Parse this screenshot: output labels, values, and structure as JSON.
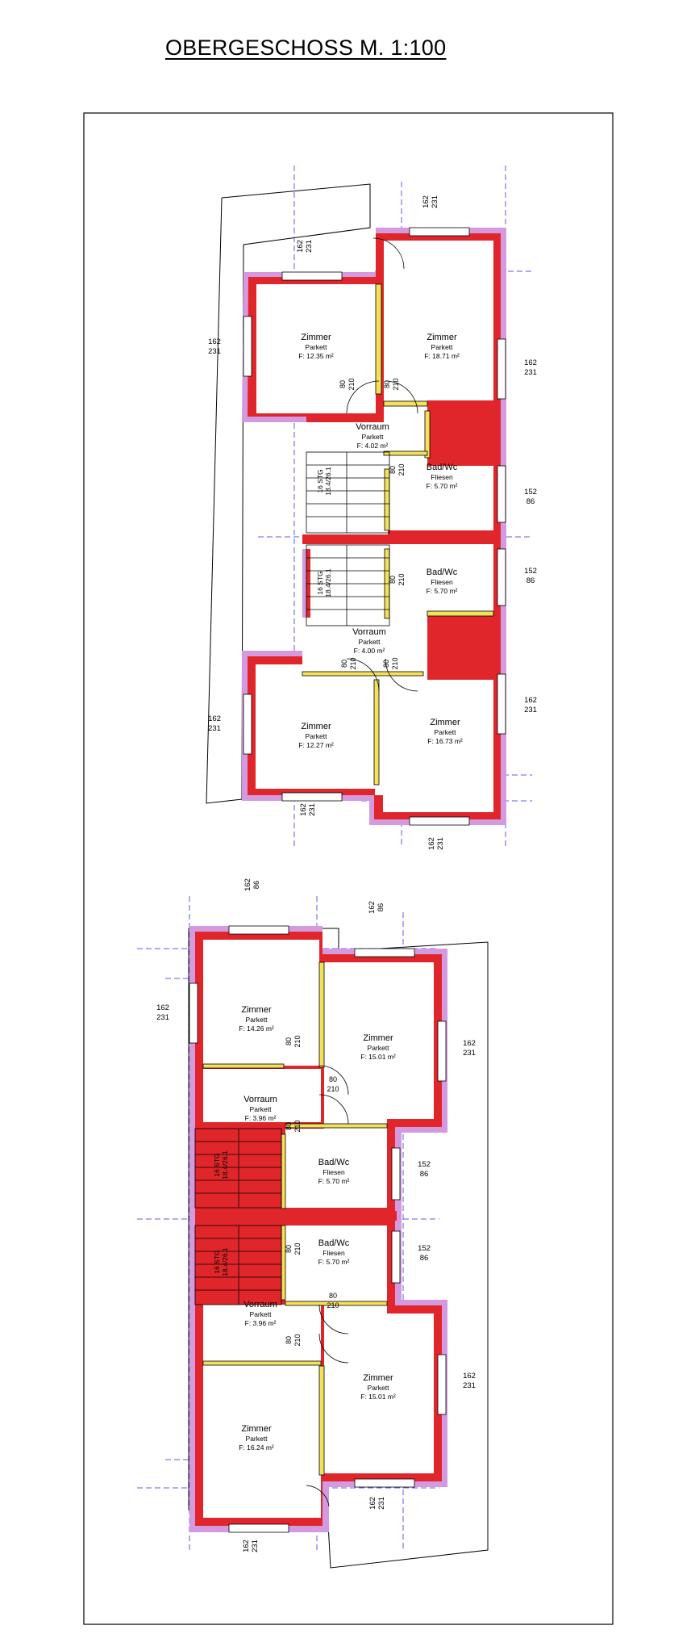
{
  "title": "OBERGESCHOSS    M. 1:100",
  "rooms": [
    {
      "name": "Zimmer",
      "floor": "Parkett",
      "area": "F: 12.35 m²"
    },
    {
      "name": "Zimmer",
      "floor": "Parkett",
      "area": "F: 18.71 m²"
    },
    {
      "name": "Vorraum",
      "floor": "Parkett",
      "area": "F: 4.02 m²"
    },
    {
      "name": "Bad/Wc",
      "floor": "Fliesen",
      "area": "F: 5.70 m²"
    },
    {
      "name": "Bad/Wc",
      "floor": "Fliesen",
      "area": "F: 5.70 m²"
    },
    {
      "name": "Vorraum",
      "floor": "Parkett",
      "area": "F: 4.00 m²"
    },
    {
      "name": "Zimmer",
      "floor": "Parkett",
      "area": "F: 12.27 m²"
    },
    {
      "name": "Zimmer",
      "floor": "Parkett",
      "area": "F: 16.73 m²"
    },
    {
      "name": "Zimmer",
      "floor": "Parkett",
      "area": "F: 14.26 m²"
    },
    {
      "name": "Zimmer",
      "floor": "Parkett",
      "area": "F: 15.01 m²"
    },
    {
      "name": "Vorraum",
      "floor": "Parkett",
      "area": "F: 3.96 m²"
    },
    {
      "name": "Bad/Wc",
      "floor": "Fliesen",
      "area": "F: 5.70 m²"
    },
    {
      "name": "Bad/Wc",
      "floor": "Fliesen",
      "area": "F: 5.70 m²"
    },
    {
      "name": "Vorraum",
      "floor": "Parkett",
      "area": "F: 3.96 m²"
    },
    {
      "name": "Zimmer",
      "floor": "Parkett",
      "area": "F: 15.01 m²"
    },
    {
      "name": "Zimmer",
      "floor": "Parkett",
      "area": "F: 16.24 m²"
    }
  ],
  "windows": [
    {
      "w": "162",
      "h": "231"
    },
    {
      "w": "162",
      "h": "231"
    },
    {
      "w": "162",
      "h": "231"
    },
    {
      "w": "162",
      "h": "231"
    },
    {
      "w": "152",
      "h": "86"
    },
    {
      "w": "152",
      "h": "86"
    },
    {
      "w": "162",
      "h": "231"
    },
    {
      "w": "162",
      "h": "231"
    },
    {
      "w": "162",
      "h": "231"
    },
    {
      "w": "162",
      "h": "231"
    },
    {
      "w": "162",
      "h": "86"
    },
    {
      "w": "162",
      "h": "86"
    },
    {
      "w": "162",
      "h": "231"
    },
    {
      "w": "162",
      "h": "231"
    },
    {
      "w": "152",
      "h": "86"
    },
    {
      "w": "152",
      "h": "86"
    },
    {
      "w": "162",
      "h": "231"
    },
    {
      "w": "162",
      "h": "231"
    },
    {
      "w": "162",
      "h": "231"
    }
  ],
  "doors": [
    {
      "w": "80",
      "h": "210"
    },
    {
      "w": "80",
      "h": "210"
    },
    {
      "w": "80",
      "h": "210"
    },
    {
      "w": "80",
      "h": "210"
    },
    {
      "w": "80",
      "h": "210"
    },
    {
      "w": "80",
      "h": "210"
    },
    {
      "w": "80",
      "h": "210"
    },
    {
      "w": "80",
      "h": "210"
    },
    {
      "w": "80",
      "h": "210"
    },
    {
      "w": "80",
      "h": "210"
    },
    {
      "w": "80",
      "h": "210"
    },
    {
      "w": "80",
      "h": "210"
    }
  ],
  "stairs": [
    {
      "label": "16 STG",
      "ratio": "18.4/26.1"
    },
    {
      "label": "16 STG",
      "ratio": "18.4/26.1"
    },
    {
      "label": "16 STG",
      "ratio": "18.4/26.1"
    },
    {
      "label": "16 STG",
      "ratio": "18.4/26.1"
    }
  ]
}
